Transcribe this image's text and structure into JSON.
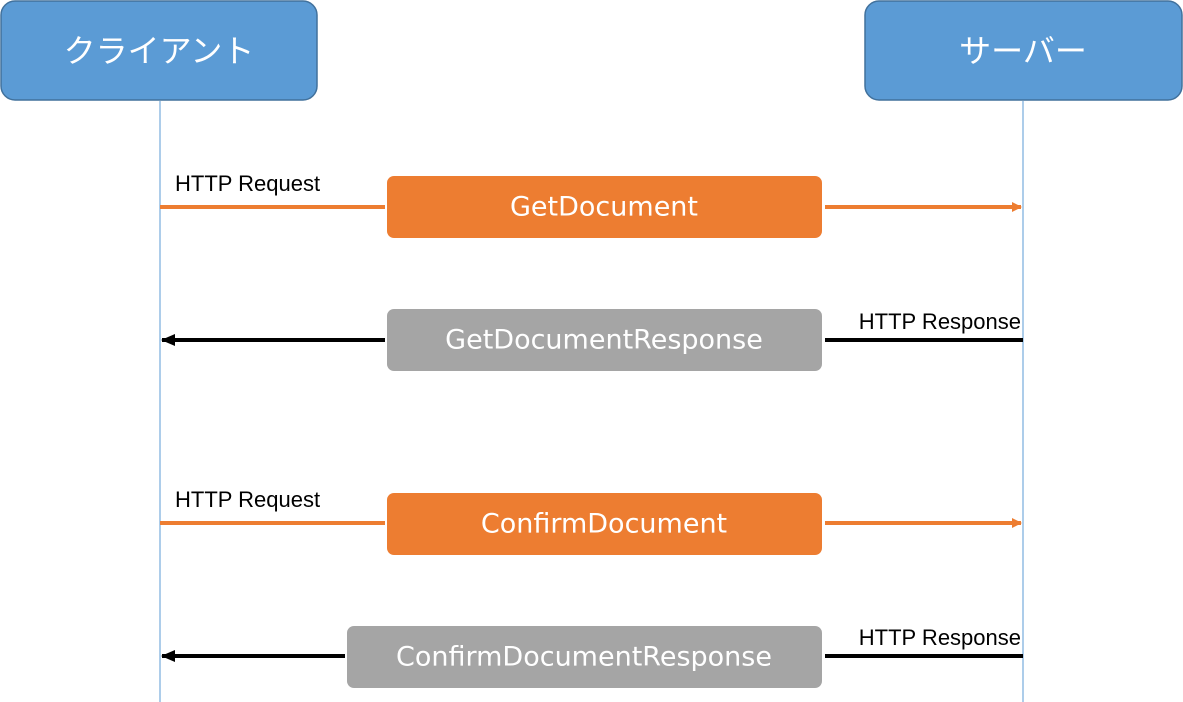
{
  "actors": [
    {
      "label": "クライアント"
    },
    {
      "label": "サーバー"
    }
  ],
  "messages": [
    {
      "label": "GetDocument",
      "protocol": "HTTP Request",
      "direction": "client-to-server"
    },
    {
      "label": "GetDocumentResponse",
      "protocol": "HTTP Response",
      "direction": "server-to-client"
    },
    {
      "label": "ConfirmDocument",
      "protocol": "HTTP Request",
      "direction": "client-to-server"
    },
    {
      "label": "ConfirmDocumentResponse",
      "protocol": "HTTP Response",
      "direction": "server-to-client"
    }
  ],
  "colors": {
    "actor_fill": "#5b9bd5",
    "actor_stroke": "#41719c",
    "lifeline": "#5b9bd5",
    "request": "#ed7d31",
    "response_box": "#a5a5a5",
    "response_arrow": "#000000"
  }
}
